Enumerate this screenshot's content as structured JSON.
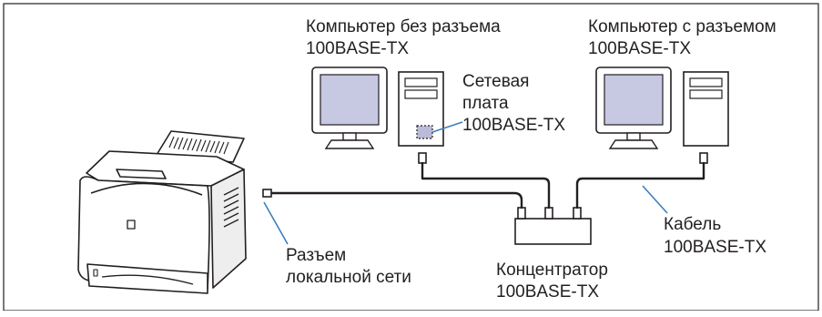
{
  "labels": {
    "pc_left_line1": "Компьютер без разъема",
    "pc_left_line2": "100BASE-TX",
    "pc_right_line1": "Компьютер с разъемом",
    "pc_right_line2": "100BASE-TX",
    "nic_line1": "Сетевая",
    "nic_line2": "плата",
    "nic_line3": "100BASE-TX",
    "cable_line1": "Кабель",
    "cable_line2": "100BASE-TX",
    "hub_line1": "Концентратор",
    "hub_line2": "100BASE-TX",
    "lan_line1": "Разъем",
    "lan_line2": "локальной сети"
  },
  "colors": {
    "frame": "#231f20",
    "screen": "#c7c9e3",
    "nic": "#b9bbd8",
    "body_gray": "#eeeeee",
    "line_blue": "#3c7fc1"
  }
}
